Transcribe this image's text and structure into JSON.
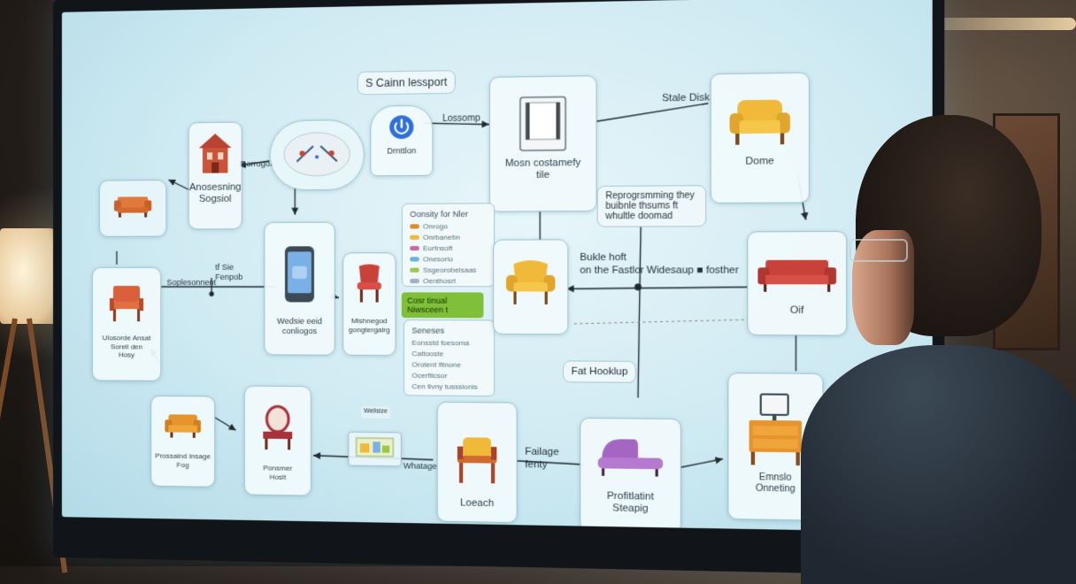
{
  "scene": {
    "description_free": true
  },
  "diagram": {
    "labels": {
      "top_box": "S Cainn lessport",
      "lossomp": "Lossomp",
      "stale_disk": "Stale Disk",
      "reprogramming": "Reprogrsmming they\nbuibnle thsums ft\nwhultle doomad",
      "bukle": "Bukle hoft\non the Fastlor",
      "fosther": "Widesaup ■ fosther",
      "fat_hooklup": "Fat Hooklup",
      "failage": "Failage\nfenty",
      "whatage": "Whatage",
      "top_left_small": "Dorrogok",
      "ss_label": "Soplesonnent",
      "tile_label": "tf Sie\nFenpob",
      "panel_title": "Oonsity for Nler",
      "panel_rows": [
        "Onrogo",
        "Onrbanebn",
        "Eurtnsoft",
        "Onesorio",
        "Ssgeorobelsaas",
        "Oenthosrt"
      ],
      "green_bar": "Cosr tinual Niwsceen t",
      "panel2_title": "Seneses",
      "panel2_rows": [
        "Eonsstd foesoma",
        "Cattooste",
        "Orotent fitnone",
        "Ocerfilcsor",
        "Cen tivny tusssionis"
      ],
      "mini_title": "Wellsize"
    },
    "nodes": [
      {
        "id": "sofa-node",
        "label": ""
      },
      {
        "id": "house-node",
        "label": "Anosesning\nSogsiol"
      },
      {
        "id": "brain-node",
        "label": ""
      },
      {
        "id": "power-node",
        "label": "Drnttlon"
      },
      {
        "id": "monitor-node",
        "label": "Mosn costamefy\ntile"
      },
      {
        "id": "armchair-top-node",
        "label": "Dome"
      },
      {
        "id": "chair-left-node",
        "label": "Ulosorde Ansat\nSorell den\nHosy"
      },
      {
        "id": "phone-node",
        "label": "Wedsie eeid\nconliogos"
      },
      {
        "id": "red-chair-node",
        "label": "Mishnegod\ngongtergalrg"
      },
      {
        "id": "yellow-chair-node",
        "label": ""
      },
      {
        "id": "red-sofa-node",
        "label": "Oif"
      },
      {
        "id": "loveseat-node",
        "label": "Prossaind Insage\nFog"
      },
      {
        "id": "vanity-node",
        "label": "Ponsmer\nHoslt"
      },
      {
        "id": "mini-panel-node",
        "label": ""
      },
      {
        "id": "dining-chair-node",
        "label": "Loeach"
      },
      {
        "id": "purple-couch-node",
        "label": "Profitlatint\nSteapig"
      },
      {
        "id": "desk-node",
        "label": "Emnslo\nOnneting"
      }
    ]
  },
  "colors": {
    "screen": "#d6eef5",
    "node_border": "#9fc4cf",
    "wire": "#1f2a30",
    "accent_blue": "#2f6fd8",
    "furniture_orange": "#e0892b",
    "furniture_red": "#c8423a",
    "furniture_yellow": "#f0b93a",
    "furniture_purple": "#a466c2",
    "green_bar": "#7fbf3a"
  }
}
